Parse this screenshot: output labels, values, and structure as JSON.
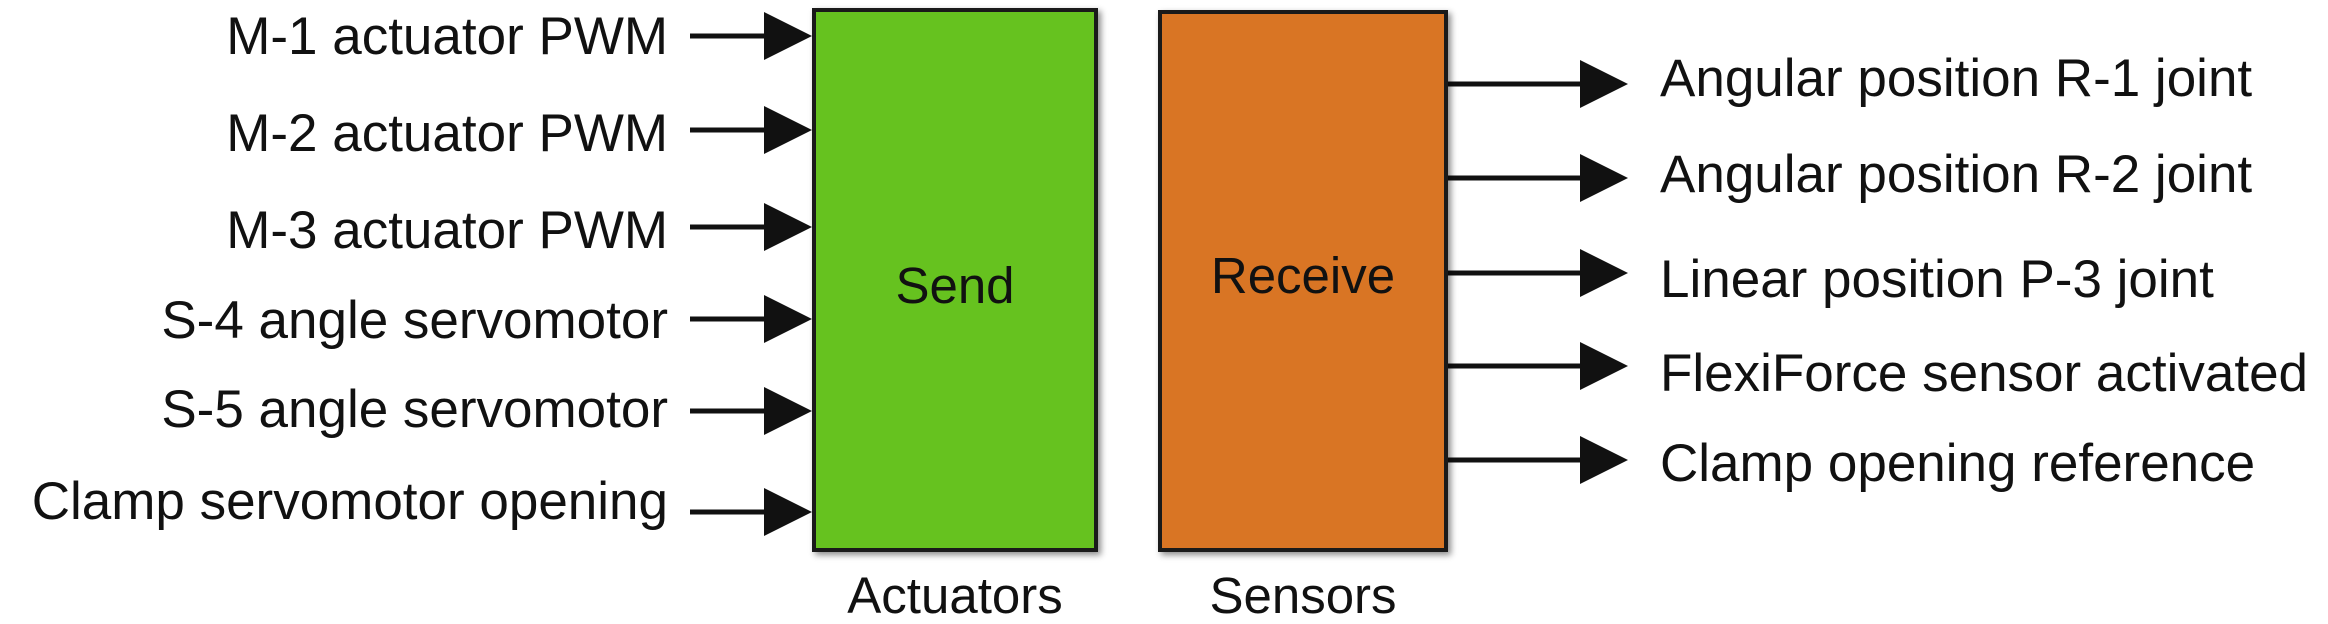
{
  "colors": {
    "send_fill": "#66c21f",
    "receive_fill": "#d97524",
    "stroke": "#111111"
  },
  "send_block": {
    "title": "Send",
    "caption": "Actuators"
  },
  "receive_block": {
    "title": "Receive",
    "caption": "Sensors"
  },
  "inputs": [
    "M-1 actuator PWM",
    "M-2 actuator PWM",
    "M-3 actuator PWM",
    "S-4 angle servomotor",
    "S-5 angle servomotor",
    "Clamp servomotor opening"
  ],
  "outputs": [
    "Angular position R-1 joint",
    "Angular position R-2 joint",
    "Linear position P-3 joint",
    "FlexiForce sensor activated",
    "Clamp opening reference"
  ]
}
